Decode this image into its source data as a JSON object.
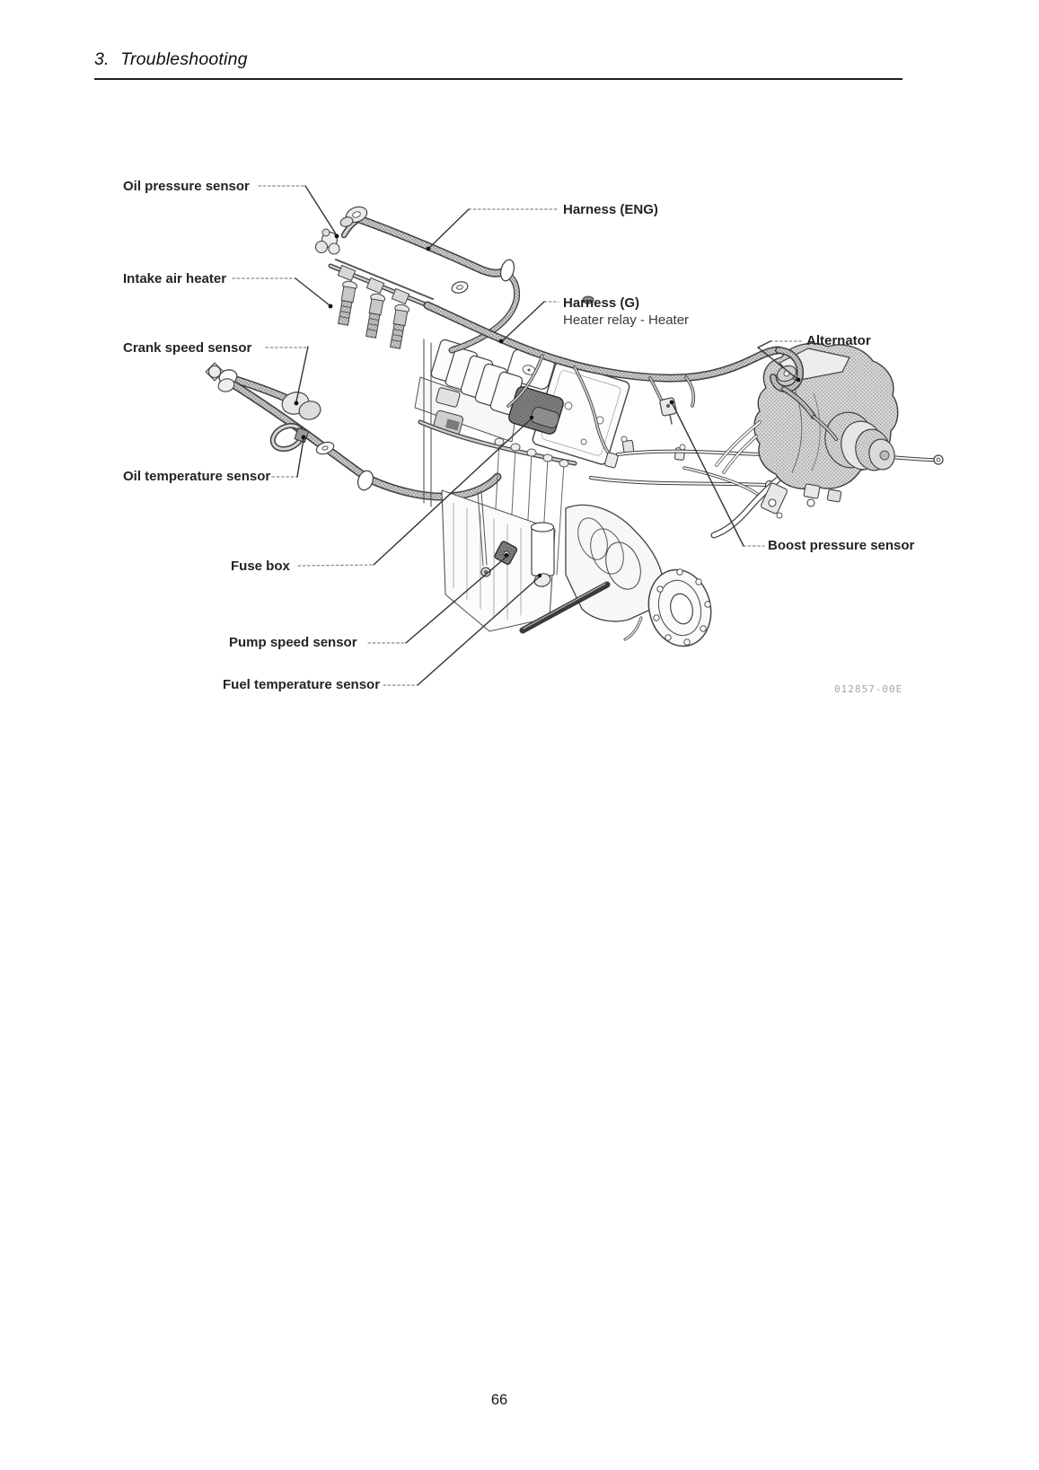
{
  "page": {
    "header": "3. Troubleshooting",
    "page_number": "66"
  },
  "figure": {
    "code": "012857-00E",
    "labels": [
      {
        "id": "oil-pressure-sensor",
        "text": "Oil pressure sensor"
      },
      {
        "id": "intake-air-heater",
        "text": "Intake air heater"
      },
      {
        "id": "crank-speed-sensor",
        "text": "Crank speed sensor"
      },
      {
        "id": "oil-temperature-sensor",
        "text": "Oil temperature sensor"
      },
      {
        "id": "fuse-box",
        "text": "Fuse box"
      },
      {
        "id": "pump-speed-sensor",
        "text": "Pump speed sensor"
      },
      {
        "id": "fuel-temperature-sensor",
        "text": "Fuel temperature sensor"
      },
      {
        "id": "harness-eng",
        "text": "Harness (ENG)"
      },
      {
        "id": "harness-g",
        "text": "Harness (G)",
        "subtext": "Heater relay - Heater"
      },
      {
        "id": "alternator",
        "text": "Alternator"
      },
      {
        "id": "boost-pressure-sensor",
        "text": "Boost pressure sensor"
      }
    ]
  }
}
